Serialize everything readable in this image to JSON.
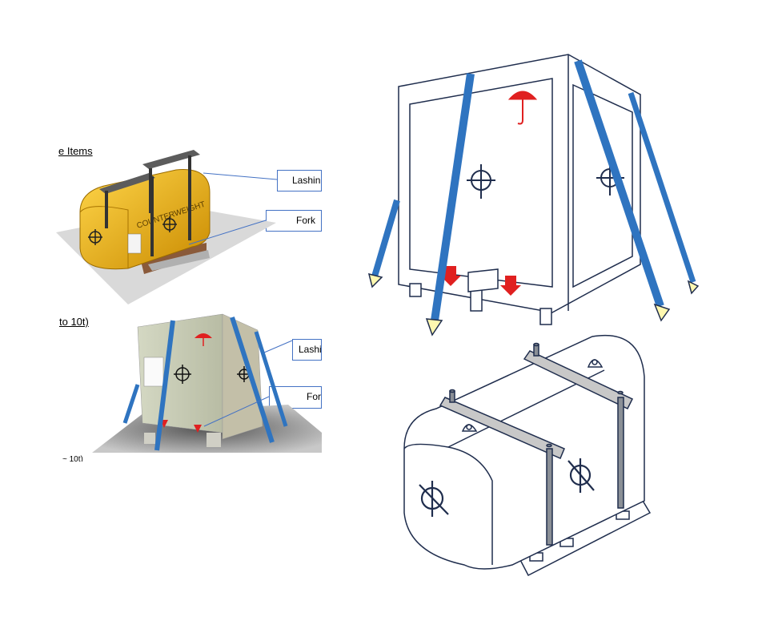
{
  "left_panel": {
    "heading_1": "e Items",
    "heading_2": "to 10t)",
    "heading_3": "~ 10t)",
    "counterweight_text": "COUNTERWEIGHT",
    "callout_lashing_1": "Lashin",
    "callout_forklift_1": "Fork",
    "callout_lashing_2": "Lashi",
    "callout_forklift_2": "Fork"
  },
  "colors": {
    "strap_blue": "#2f74c0",
    "outline_navy": "#1f2d4d",
    "umbrella_red": "#e02020",
    "counterweight_yellow": "#f2b90c",
    "crate_green": "#c7cbb5",
    "callout_border": "#4472c4",
    "bar_grey": "#c8c8c8"
  },
  "icons": [
    "umbrella-icon",
    "down-arrow-icon",
    "crosshair-icon",
    "lifting-eye-icon"
  ]
}
